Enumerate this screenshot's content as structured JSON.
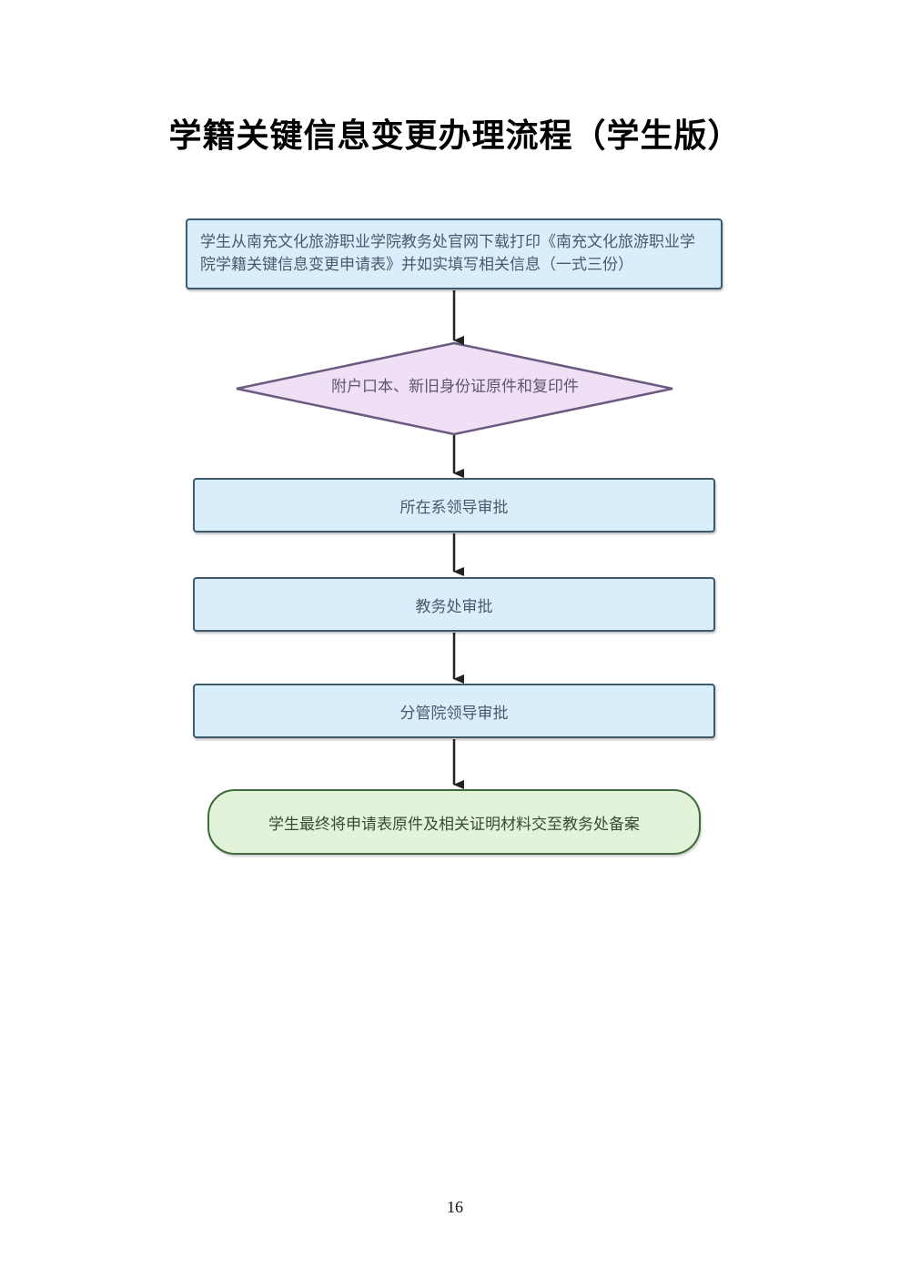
{
  "document": {
    "title": "学籍关键信息变更办理流程（学生版）",
    "page_number": "16"
  },
  "flowchart": {
    "nodes": [
      {
        "id": "step1",
        "shape": "rectangle",
        "text": "学生从南充文化旅游职业学院教务处官网下载打印《南充文化旅游职业学院学籍关键信息变更申请表》并如实填写相关信息（一式三份）"
      },
      {
        "id": "step2",
        "shape": "diamond",
        "text": "附户口本、新旧身份证原件和复印件"
      },
      {
        "id": "step3",
        "shape": "rectangle",
        "text": "所在系领导审批"
      },
      {
        "id": "step4",
        "shape": "rectangle",
        "text": "教务处审批"
      },
      {
        "id": "step5",
        "shape": "rectangle",
        "text": "分管院领导审批"
      },
      {
        "id": "step6",
        "shape": "terminal",
        "text": "学生最终将申请表原件及相关证明材料交至教务处备案"
      }
    ],
    "edges": [
      {
        "from": "step1",
        "to": "step2"
      },
      {
        "from": "step2",
        "to": "step3"
      },
      {
        "from": "step3",
        "to": "step4"
      },
      {
        "from": "step4",
        "to": "step5"
      },
      {
        "from": "step5",
        "to": "step6"
      }
    ],
    "colors": {
      "process_fill": "#d8eefa",
      "process_border": "#3e5a6e",
      "decision_fill": "#f0e0f6",
      "decision_border": "#6a5a80",
      "terminal_fill": "#e2f3da",
      "terminal_border": "#3f6a3a",
      "arrow": "#222222"
    }
  }
}
